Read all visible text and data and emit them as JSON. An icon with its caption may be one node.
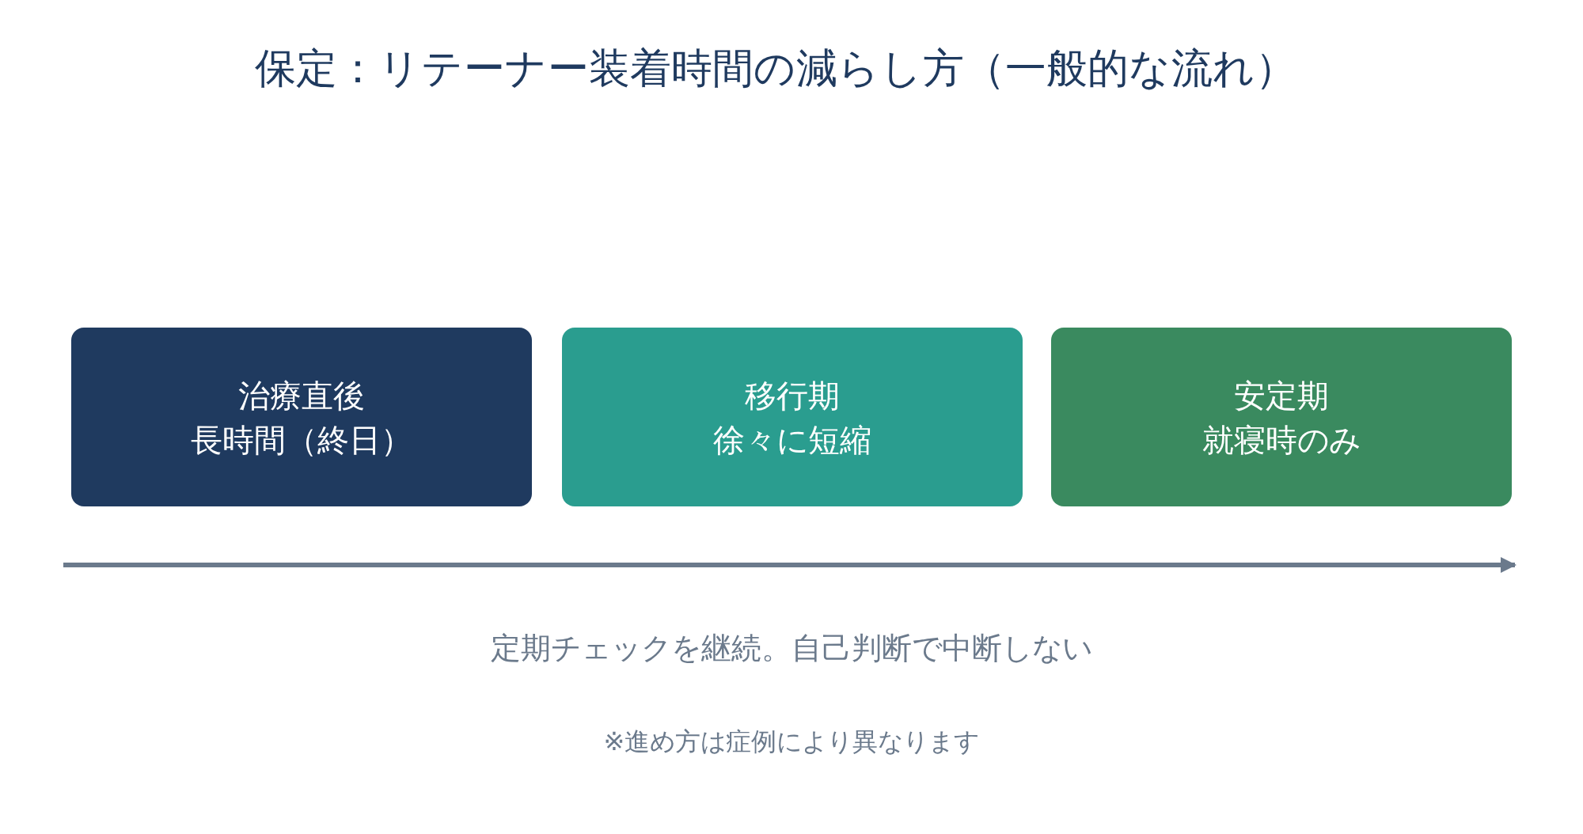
{
  "diagram": {
    "title": "保定：リテーナー装着時間の減らし方（一般的な流れ）",
    "nodes": [
      {
        "text": [
          "治療直後",
          "長時間（終日）"
        ]
      },
      {
        "text": [
          "移行期",
          "徐々に短縮"
        ]
      },
      {
        "text": [
          "安定期",
          "就寝時のみ"
        ]
      }
    ],
    "labels": [
      "定期チェックを継続。自己判断で中断しない",
      "※進め方は症例により異なります"
    ]
  }
}
